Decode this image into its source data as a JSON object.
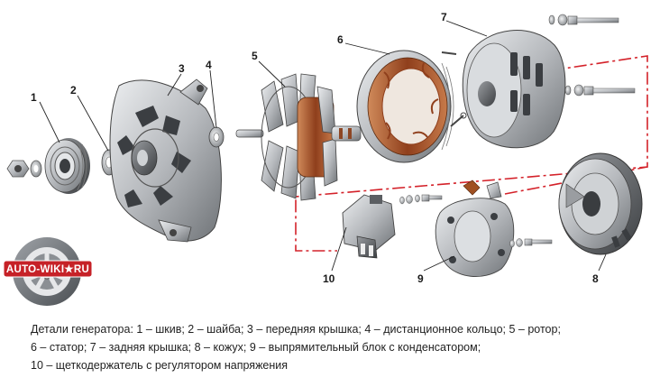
{
  "callouts": [
    "1",
    "2",
    "3",
    "4",
    "5",
    "6",
    "7",
    "8",
    "9",
    "10"
  ],
  "logo": {
    "text": "AUTO-WIKI★RU",
    "color": "#c62127"
  },
  "caption": [
    "Детали генератора: 1 – шкив; 2 – шайба; 3 – передняя крышка; 4 – дистанционное кольцо; 5 – ротор;",
    "6 – статор; 7 – задняя крышка; 8 – кожух; 9 – выпрямительный блок с конденсатором;",
    "10 – щеткодержатель с регулятором напряжения"
  ],
  "colors": {
    "dash_line": "#d4222a",
    "metal": "#b9bcc0",
    "copper": "#a8562c"
  }
}
